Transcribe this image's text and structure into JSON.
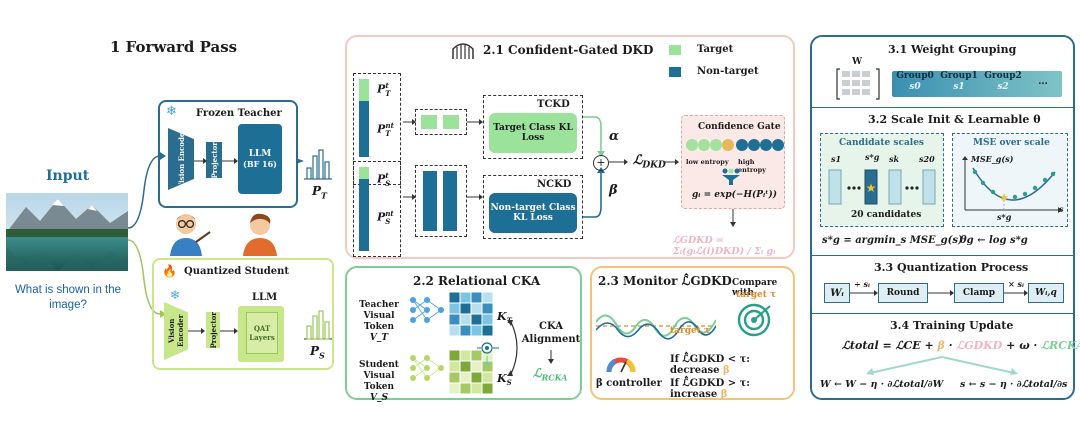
{
  "colors": {
    "teal": "#1d6f96",
    "light_green": "#9be39b",
    "panel_blue": "#2b6d8f",
    "panel_green": "#7ccf94",
    "panel_orange": "#f0c57a",
    "panel_pink": "#f3c9c4",
    "student_green": "#c8e68a",
    "beta_orange": "#f0b46a",
    "faded": "#f2b3c0"
  },
  "forward": {
    "title": "1 Forward Pass",
    "input_label": "Input",
    "question": "What is shown in the image?",
    "teacher": {
      "title": "Frozen Teacher",
      "encoder": "Vision Encoder",
      "projector": "Projector",
      "llm": "LLM",
      "llm_sub": "(BF 16)",
      "output": "P_T"
    },
    "student": {
      "title": "Quantized Student",
      "encoder": "Vision Encoder",
      "projector": "Projector",
      "llm": "LLM",
      "llm_inner": "QAT Layers",
      "output": "P_S"
    }
  },
  "dkd": {
    "title": "2.1 Confident-Gated DKD",
    "legend_target": "Target",
    "legend_nontarget": "Non-target",
    "pt_t": "P_T^t",
    "pt_nt": "P_T^nt",
    "ps_t": "P_S^t",
    "ps_nt": "P_S^nt",
    "tckd": "TCKD",
    "tckd_box": "Target Class KL Loss",
    "nckd": "NCKD",
    "nckd_box": "Non-target Class KL Loss",
    "alpha": "α",
    "beta": "β",
    "plus": "+",
    "loss": "ℒDKD",
    "gate_title": "Confidence Gate",
    "low": "low entropy",
    "high": "high entropy",
    "gate_formula": "gᵢ = exp(−H(Pᵢᵗ))",
    "lgdkd_formula": "ℒGDKD = Σᵢ(gᵢℒ(i)DKD) / Σᵢ gᵢ"
  },
  "cka": {
    "title": "2.2 Relational CKA",
    "teacher_label": "Teacher Visual Token",
    "teacher_var": "V_T",
    "student_label": "Student Visual Token",
    "student_var": "V_S",
    "kt": "K_T",
    "ks": "K_S",
    "align": "CKA Alignment",
    "lrcka": "ℒRCKA"
  },
  "monitor": {
    "title": "2.3 Monitor ℒ̂GDKD",
    "compare": "Compare with",
    "target_tau": "target τ",
    "target_line": "target τ",
    "controller": "β controller",
    "rule1_a": "If ℒ̂GDKD < τ: decrease ",
    "rule1_b": "β",
    "rule2_a": "If ℒ̂GDKD > τ: increase ",
    "rule2_b": "β"
  },
  "quant": {
    "s31": "3.1 Weight Grouping",
    "w": "W",
    "groups": [
      {
        "g": "Group0",
        "s": "s0"
      },
      {
        "g": "Group1",
        "s": "s1"
      },
      {
        "g": "Group2",
        "s": "s2"
      }
    ],
    "ellipsis": "...",
    "s32": "3.2 Scale Init & Learnable θ",
    "candidate_title": "Candidate scales",
    "cands": [
      "s1",
      "s*g",
      "sk",
      "s20"
    ],
    "cand_count": "20 candidates",
    "cand_formula": "s*g = argmin_s MSE_g(s)",
    "mse_title": "MSE over scale",
    "mse_ylabel": "MSE_g(s)",
    "mse_xlabel": "s",
    "mse_star": "s*g",
    "mse_formula": "θg ← log s*g",
    "s33": "3.3 Quantization Process",
    "wi": "Wᵢ",
    "div": "÷ sᵢ",
    "round": "Round",
    "clamp": "Clamp",
    "mul": "× sᵢ",
    "wiq": "Wᵢ,q",
    "s34": "3.4 Training Update",
    "total_a": "ℒtotal = ℒCE + ",
    "total_beta": "β",
    "total_b": " · ",
    "total_gdkd": "ℒGDKD",
    "total_c": " + ω · ",
    "total_rcka": "ℒRCKA",
    "upd_w": "W ← W − η · ∂ℒtotal/∂W",
    "upd_s": "s ← s − η · ∂ℒtotal/∂s"
  }
}
